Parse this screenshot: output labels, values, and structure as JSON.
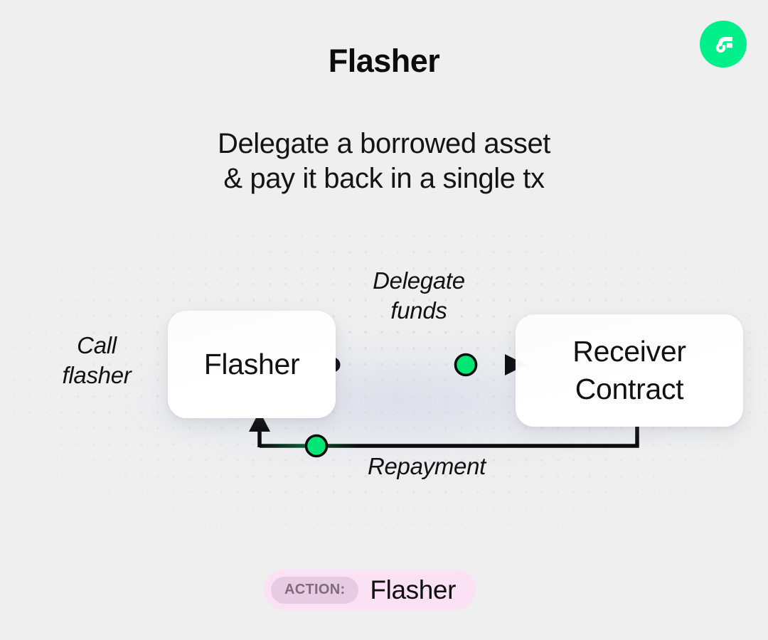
{
  "brand": {
    "logo_icon": "flow-logo-icon",
    "logo_color": "#00EF8B"
  },
  "header": {
    "title": "Flasher",
    "subtitle": "Delegate a borrowed asset\n& pay it back in a single tx"
  },
  "diagram": {
    "type": "flow-diagram",
    "background_color": "#EFEFEF",
    "nodes": [
      {
        "id": "flasher",
        "label": "Flasher"
      },
      {
        "id": "receiver",
        "label": "Receiver\nContract"
      }
    ],
    "edges": [
      {
        "id": "call-flasher",
        "label": "Call\nflasher",
        "from": "external",
        "to": "flasher",
        "marker": "none"
      },
      {
        "id": "delegate-funds",
        "label": "Delegate\nfunds",
        "from": "flasher",
        "to": "receiver",
        "marker": "arrow",
        "node_color": "#00E676",
        "line_color": "#0C0C0C"
      },
      {
        "id": "repayment",
        "label": "Repayment",
        "from": "receiver",
        "to": "flasher",
        "marker": "arrow",
        "node_color": "#00E676",
        "line_color": "#0C0C0C"
      }
    ]
  },
  "footer": {
    "badge": {
      "chip_label": "ACTION:",
      "value": "Flasher",
      "background_color": "#FBE1F4",
      "chip_background_color": "#E6CBE2"
    }
  }
}
